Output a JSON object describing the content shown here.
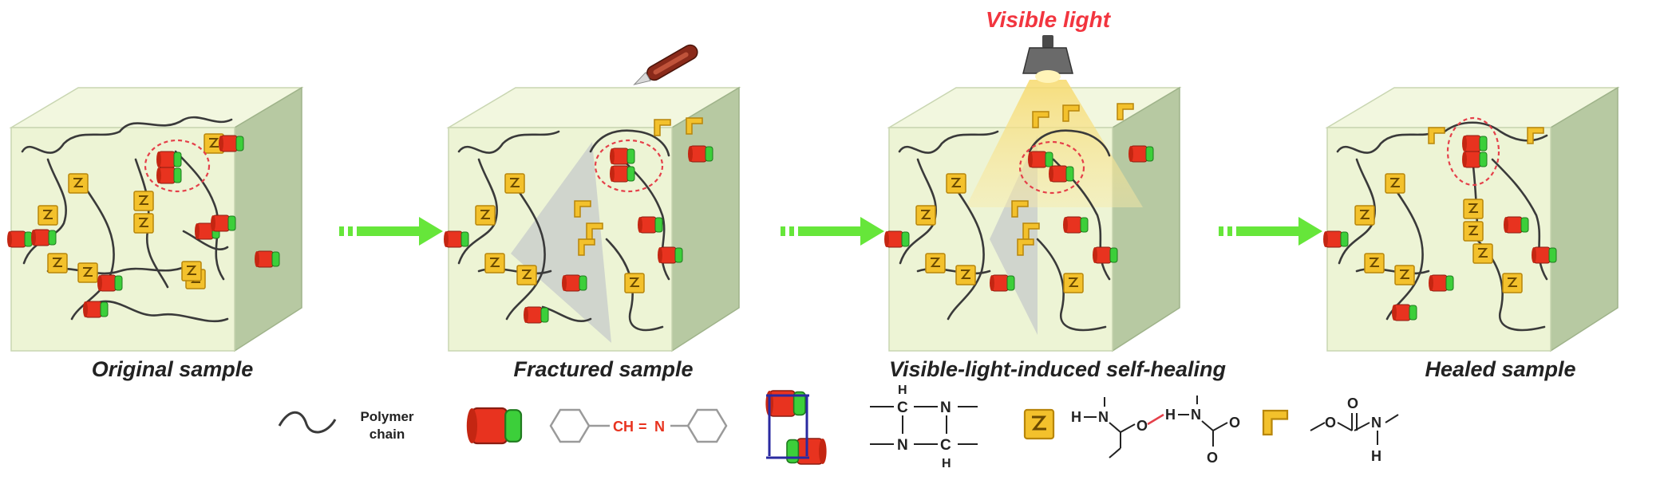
{
  "light_label": "Visible light",
  "stages": [
    {
      "label": "Original sample"
    },
    {
      "label": "Fractured sample"
    },
    {
      "label": "Visible-light-induced self-healing"
    },
    {
      "label": "Healed sample"
    }
  ],
  "legend": {
    "polymer_chain_line1": "Polymer",
    "polymer_chain_line2": "chain",
    "imine": {
      "ch": "CH",
      "dash": "=",
      "n": "N"
    },
    "metathesis": {
      "c": "C",
      "n": "N",
      "h": "H"
    },
    "hbond": {
      "h": "H",
      "n": "N",
      "o": "O"
    },
    "carbamate": {
      "o": "O",
      "n": "N",
      "h": "H"
    }
  },
  "colors": {
    "block_front": "#edf4d5",
    "block_top": "#f2f7df",
    "block_side": "#b7c9a2",
    "arrow": "#66e63a",
    "imine_red": "#e8331f",
    "imine_green": "#3ccf3a",
    "urethane_gold": "#f3c12c",
    "dashed_circle": "#e5404a",
    "light_title": "#f2353f"
  }
}
